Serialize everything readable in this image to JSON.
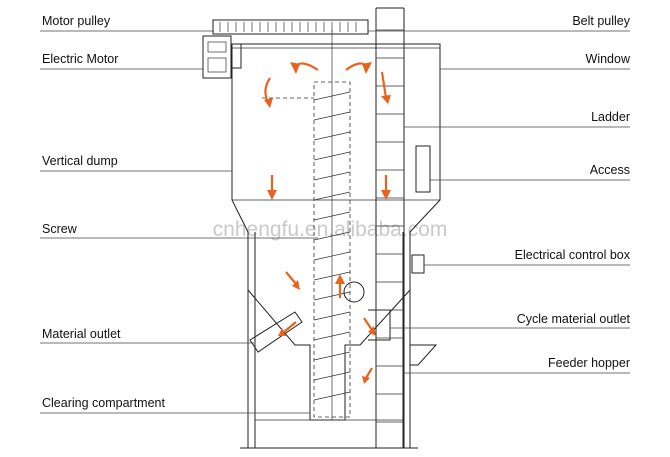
{
  "labels_left": [
    {
      "key": "motor_pulley",
      "text": "Motor pulley"
    },
    {
      "key": "electric_motor",
      "text": "Electric Motor"
    },
    {
      "key": "vertical_dump",
      "text": "Vertical dump"
    },
    {
      "key": "screw",
      "text": "Screw"
    },
    {
      "key": "material_outlet",
      "text": "Material outlet"
    },
    {
      "key": "clearing_compartment",
      "text": "Clearing compartment"
    }
  ],
  "labels_right": [
    {
      "key": "belt_pulley",
      "text": "Belt pulley"
    },
    {
      "key": "window",
      "text": "Window"
    },
    {
      "key": "ladder",
      "text": "Ladder"
    },
    {
      "key": "access",
      "text": "Access"
    },
    {
      "key": "electrical_control_box",
      "text": "Electrical control box"
    },
    {
      "key": "cycle_material_outlet",
      "text": "Cycle material outlet"
    },
    {
      "key": "feeder_hopper",
      "text": "Feeder hopper"
    }
  ],
  "watermark": "cnhengfu.en.alibaba.com",
  "colors": {
    "flow_arrow": "#e8641e",
    "line": "#222222",
    "watermark": "#c9c9c9"
  }
}
